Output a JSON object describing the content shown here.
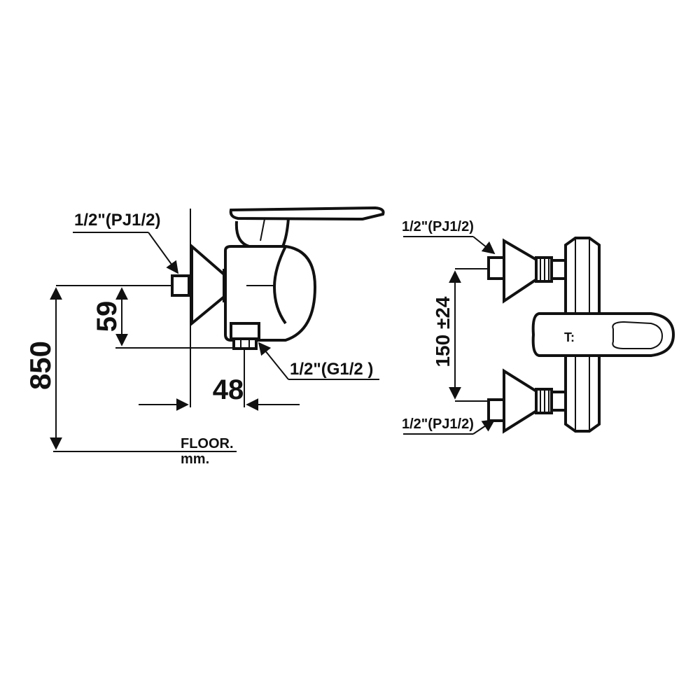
{
  "side_view": {
    "inlet_label": "1/2\"(PJ1/2)",
    "outlet_label": "1/2\"(G1/2 )",
    "dim_height_total": "850",
    "dim_inlet_to_outlet": "59",
    "dim_wall_to_outlet": "48",
    "floor_label": "FLOOR.",
    "unit_label": "mm."
  },
  "front_view": {
    "inlet_top_label": "1/2\"(PJ1/2)",
    "inlet_bottom_label": "1/2\"(PJ1/2)",
    "dim_centers": "150 ±24"
  }
}
